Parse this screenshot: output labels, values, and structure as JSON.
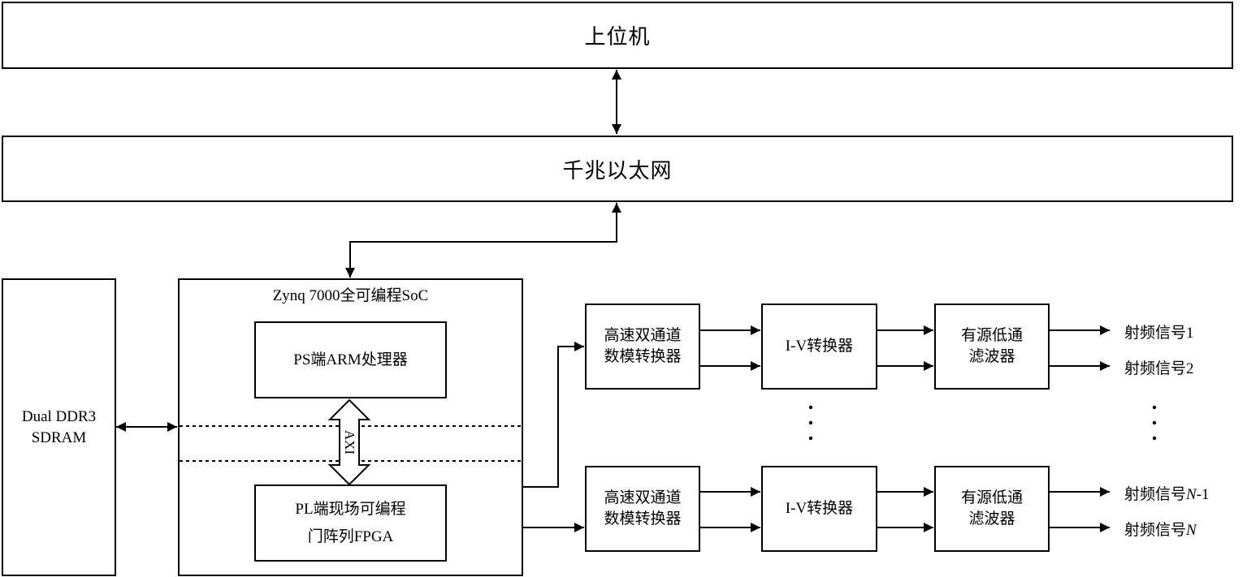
{
  "host": "上位机",
  "ethernet": "千兆以太网",
  "ddr": {
    "line1": "Dual DDR3",
    "line2": "SDRAM"
  },
  "soc": {
    "title": "Zynq 7000全可编程SoC",
    "ps": "PS端ARM处理器",
    "axi": "AXI",
    "pl_line1": "PL端现场可编程",
    "pl_line2": "门阵列FPGA"
  },
  "channels": [
    {
      "dac_line1": "高速双通道",
      "dac_line2": "数模转换器",
      "iv": "I-V转换器",
      "lpf_line1": "有源低通",
      "lpf_line2": "滤波器"
    },
    {
      "dac_line1": "高速双通道",
      "dac_line2": "数模转换器",
      "iv": "I-V转换器",
      "lpf_line1": "有源低通",
      "lpf_line2": "滤波器"
    }
  ],
  "outputs": {
    "sig1": "射频信号1",
    "sig2": "射频信号2",
    "sigN1_prefix": "射频信号",
    "sigN1_var": "N",
    "sigN1_suffix": "-1",
    "sigN_prefix": "射频信号",
    "sigN_var": "N"
  }
}
